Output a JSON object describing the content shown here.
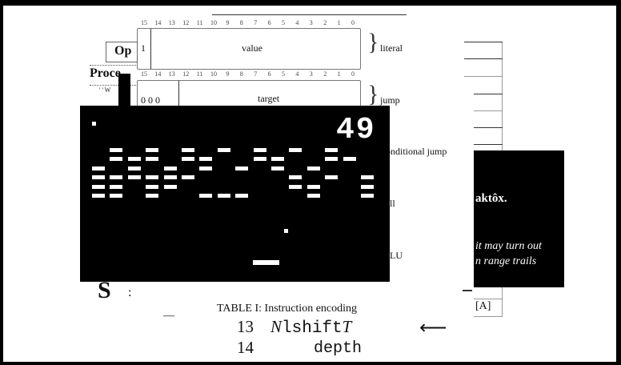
{
  "document": {
    "op_heading": "Op",
    "proc_heading": "Proce",
    "proc_sub": "' '  W",
    "bit_numbers": [
      "15",
      "14",
      "13",
      "12",
      "11",
      "10",
      "9",
      "8",
      "7",
      "6",
      "5",
      "4",
      "3",
      "2",
      "1",
      "0"
    ],
    "literal_row": {
      "bit": "1",
      "field": "value",
      "label": "literal"
    },
    "jump_row": {
      "bits": "0  0  0",
      "field": "target",
      "label": "jump"
    },
    "side_labels": {
      "cond_jump": "onditional  jump",
      "call": "ll",
      "alu": "LU"
    },
    "s_letter": "S",
    "colon": ":",
    "caption": "TABLE I: Instruction encoding",
    "dash": "—",
    "rows": [
      {
        "num": "13",
        "name_pre": "N",
        "name_mono": "lshift",
        "name_post": "T",
        "arrow": "⟵"
      },
      {
        "num": "14",
        "name_mono": "depth"
      }
    ],
    "table_ref": "[A]"
  },
  "overlay_panel": {
    "title": "aktôx.",
    "line1": "it may turn out",
    "line2": "n range trails"
  },
  "game": {
    "score": "49",
    "columns": 16,
    "brick_rows": [
      [
        1,
        3,
        5,
        7,
        9,
        11,
        13
      ],
      [
        1,
        2,
        3,
        5,
        6,
        9,
        10,
        13,
        14
      ],
      [
        0,
        2,
        4,
        6,
        8,
        10,
        12
      ],
      [
        0,
        1,
        2,
        3,
        4,
        5,
        11,
        13,
        15
      ],
      [
        0,
        1,
        3,
        4,
        11,
        12,
        15
      ],
      [
        0,
        1,
        3,
        6,
        7,
        8,
        12,
        15
      ]
    ],
    "lives_indicator": 1
  }
}
